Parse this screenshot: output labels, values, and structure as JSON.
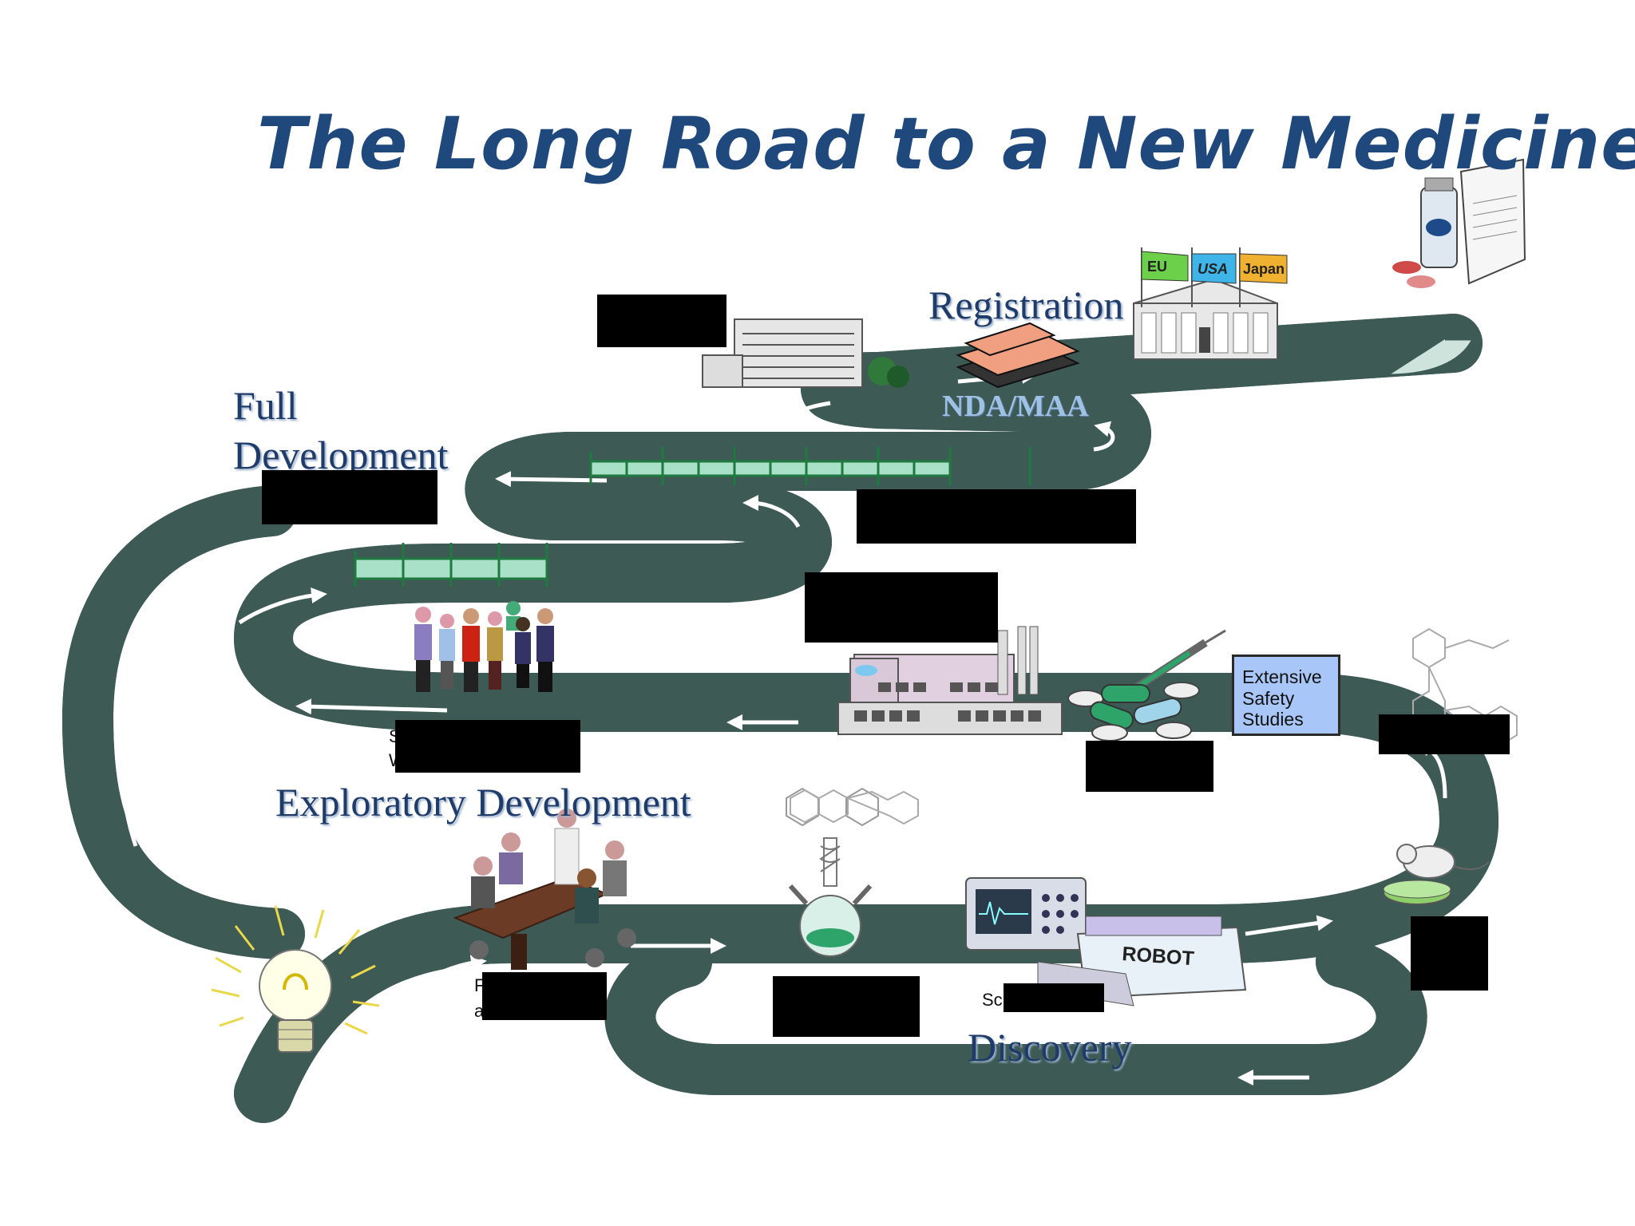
{
  "title": "The Long Road to a New Medicine",
  "stages": {
    "registration": "Registration",
    "full_development_line1": "Full",
    "full_development_line2": "Development",
    "exploratory_development": "Exploratory Development",
    "discovery": "Discovery"
  },
  "nda_label": "NDA/MAA",
  "flags": [
    "EU",
    "USA",
    "Japan"
  ],
  "safety_box": [
    "Extensive",
    "Safety",
    "Studies"
  ],
  "robot_label": "ROBOT",
  "partial_labels": {
    "people_s": "S",
    "people_w": "W",
    "meeting_f": "F",
    "meeting_a": "a",
    "screening_sc": "Sc"
  },
  "colors": {
    "road_fill": "#cfe3dd",
    "road_edge": "#3d5a55",
    "title": "#1f497d",
    "safety_box": "#a8c7f8"
  }
}
